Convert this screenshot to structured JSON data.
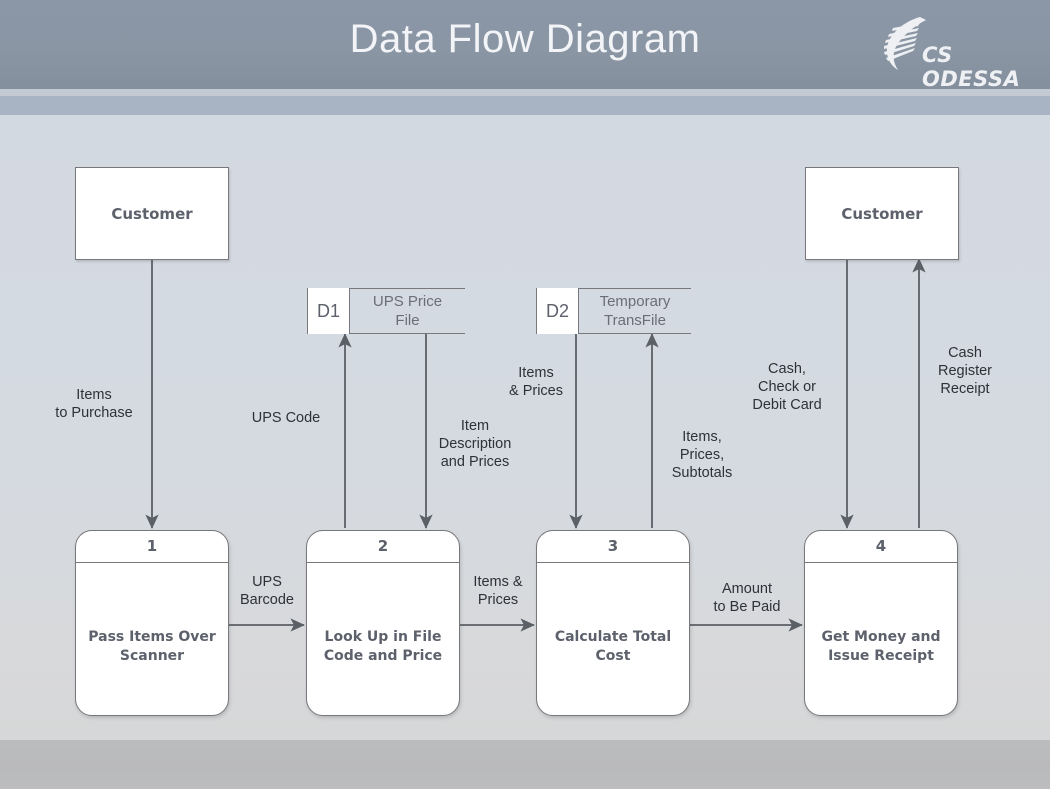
{
  "header": {
    "title": "Data Flow Diagram",
    "logo_text": "CS ODESSA",
    "logo_icon": "swoosh-feather-icon"
  },
  "entities": [
    {
      "id": "customer-left",
      "label": "Customer"
    },
    {
      "id": "customer-right",
      "label": "Customer"
    }
  ],
  "data_stores": [
    {
      "id": "D1",
      "name": "UPS Price\nFile"
    },
    {
      "id": "D2",
      "name": "Temporary\nTransFile"
    }
  ],
  "processes": [
    {
      "number": "1",
      "label": "Pass Items\nOver Scanner"
    },
    {
      "number": "2",
      "label": "Look Up in File\nCode and Price"
    },
    {
      "number": "3",
      "label": "Calculate Total\nCost"
    },
    {
      "number": "4",
      "label": "Get Money and\nIssue Receipt"
    }
  ],
  "flows": [
    {
      "id": "items-to-purchase",
      "label": "Items\nto Purchase"
    },
    {
      "id": "ups-code",
      "label": "UPS Code"
    },
    {
      "id": "item-desc-prices",
      "label": "Item\nDescription\nand Prices"
    },
    {
      "id": "items-and-prices-d2",
      "label": "Items\n& Prices"
    },
    {
      "id": "items-prices-subtotals",
      "label": "Items,\nPrices,\nSubtotals"
    },
    {
      "id": "cash-check-debit",
      "label": "Cash,\nCheck or\nDebit Card"
    },
    {
      "id": "cash-register-receipt",
      "label": "Cash\nRegister\nReceipt"
    },
    {
      "id": "ups-barcode",
      "label": "UPS\nBarcode"
    },
    {
      "id": "items-and-prices",
      "label": "Items &\nPrices"
    },
    {
      "id": "amount-to-be-paid",
      "label": "Amount\nto Be Paid"
    }
  ],
  "colors": {
    "header_bg": "#8a96a4",
    "body_bg": "#d5dae2",
    "footer_bg": "#bbbcbe",
    "shape_border": "#77777c",
    "shape_fill": "#ffffff",
    "shape_text": "#5d616c",
    "flow_text": "#2e3138",
    "arrow": "#5b5f66"
  }
}
